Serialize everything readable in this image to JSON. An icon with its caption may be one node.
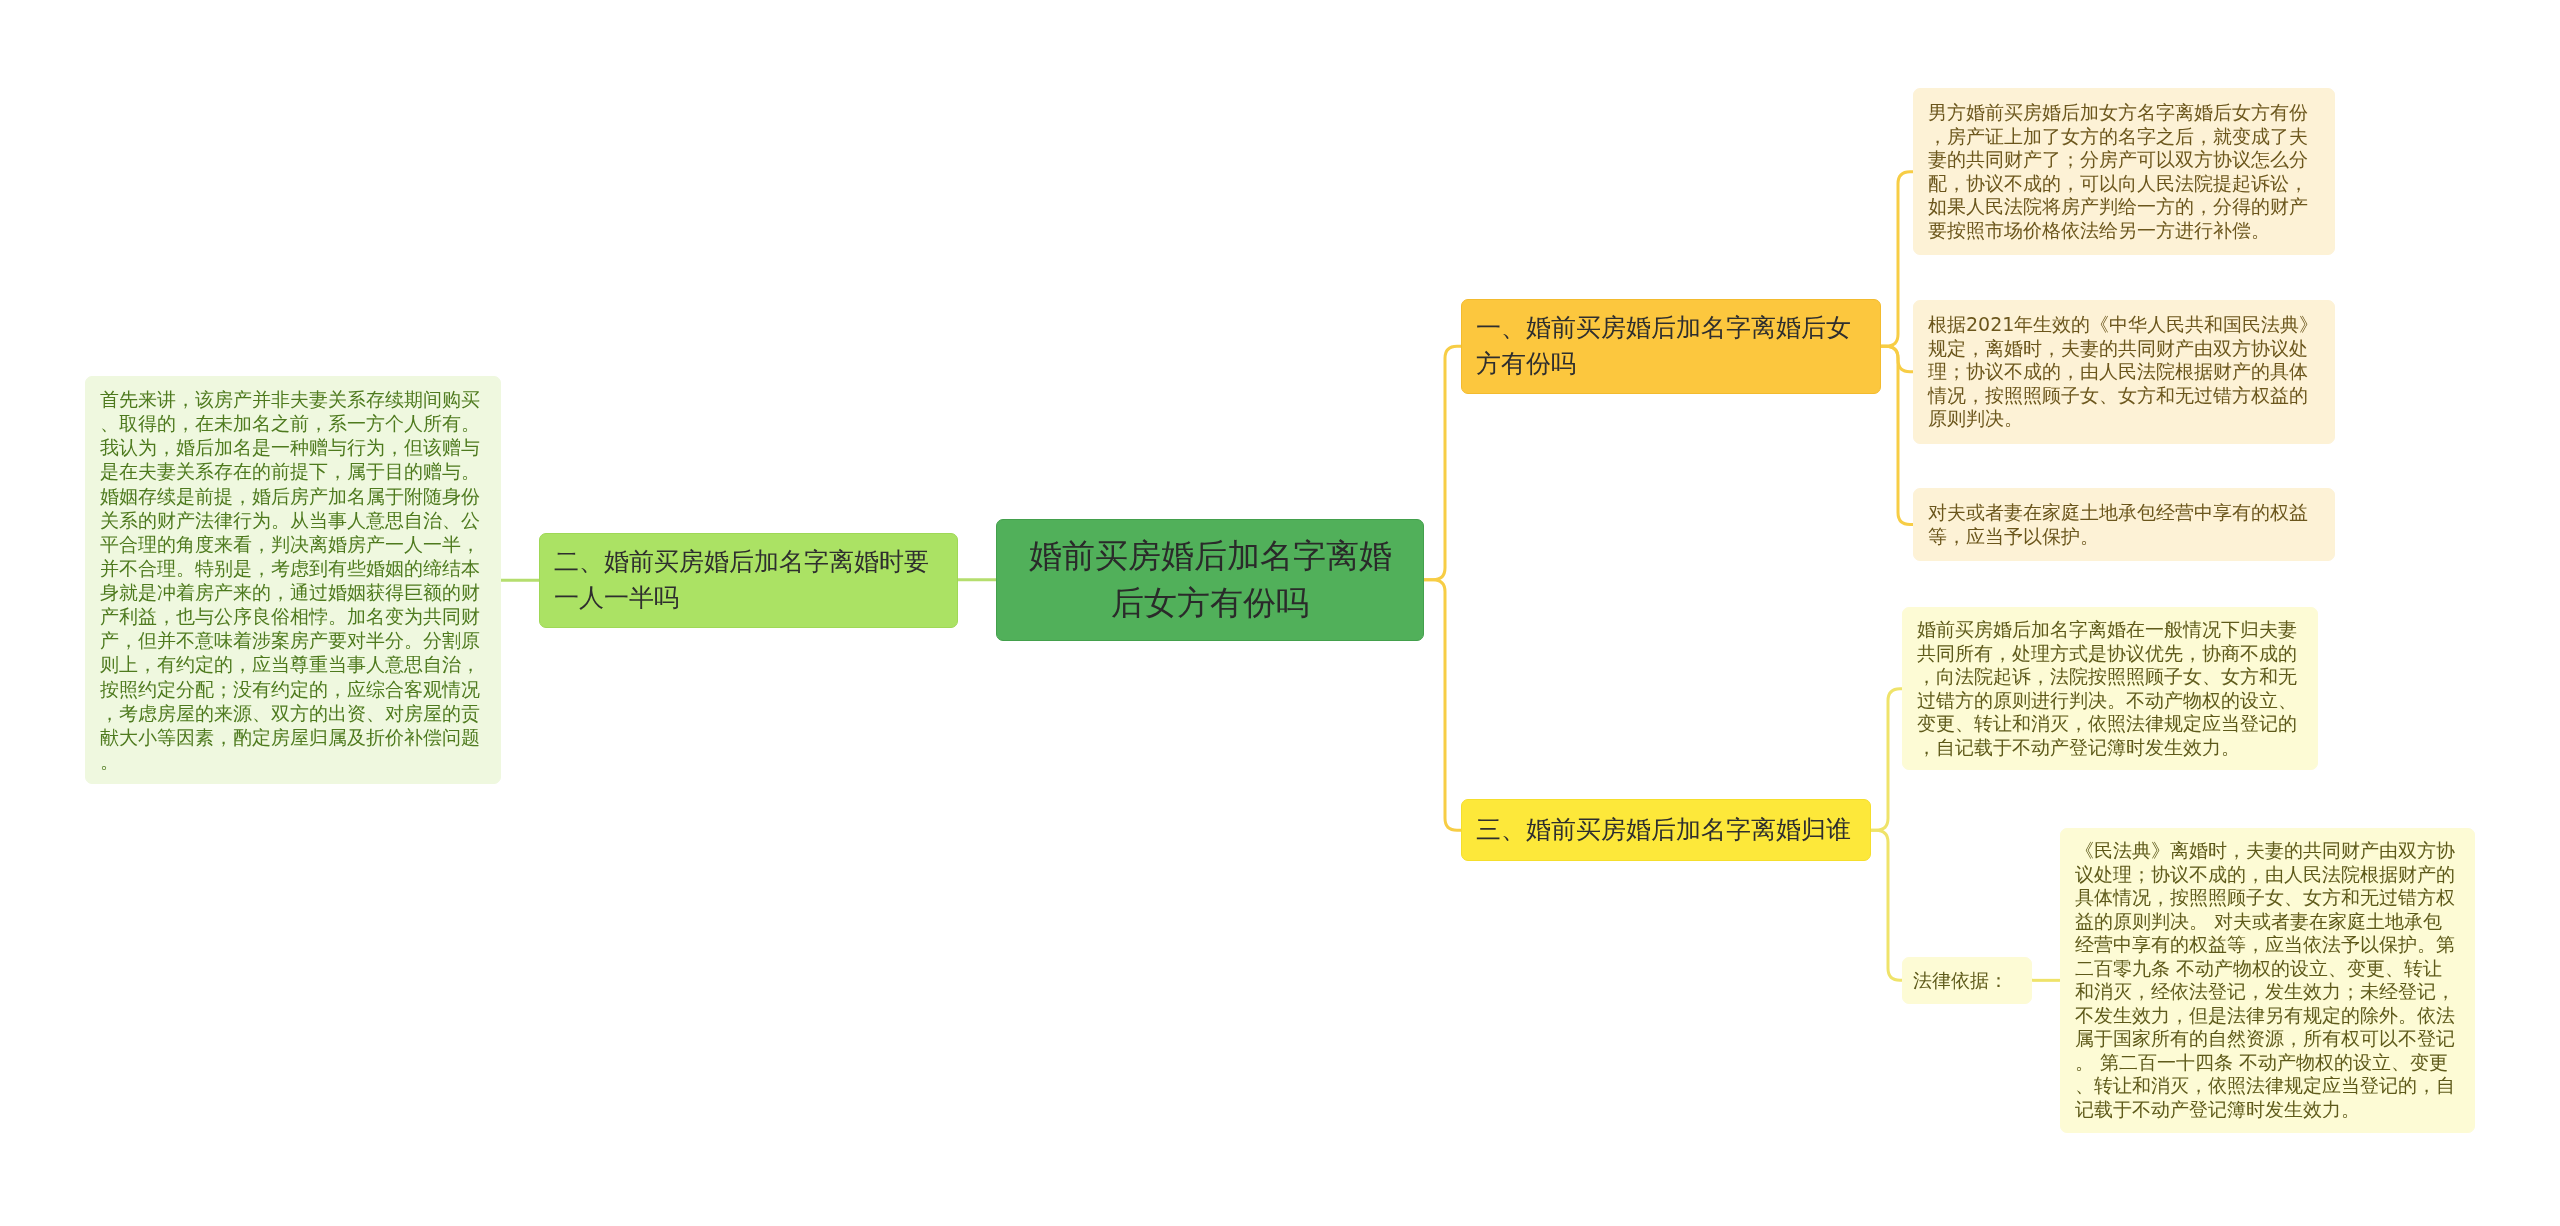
{
  "diagram": {
    "nodes": [
      {
        "text": [
          "婚前买房婚后加名字离婚后女方有份吗"
        ]
      },
      {
        "text": [
          "一、婚前买房婚后加名字离婚后女方有份吗"
        ]
      },
      {
        "text": [
          "男方婚前买房婚后加女方名字离婚后女方有份，房产证上加了女方的名字之后，就变成了夫妻的共同财产了；分房产可以双方协议怎么分配，协议不成的，可以向人民法院提起诉讼，如果人民法院将房产判给一方的，分得的财产要按照市场价格依法给另一方进行补偿。"
        ]
      },
      {
        "text": [
          "根据2021年生效的《中华人民共和国民法典》规定，离婚时，夫妻的共同财产由双方协议处理；协议不成的，由人民法院根据财产的具体情况，按照照顾子女、女方和无过错方权益的原则判决。"
        ]
      },
      {
        "text": [
          "对夫或者妻在家庭土地承包经营中享有的权益等，应当予以保护。"
        ]
      },
      {
        "text": [
          "二、婚前买房婚后加名字离婚时要一人一半吗"
        ]
      },
      {
        "text": [
          "首先来讲，该房产并非夫妻关系存续期间购买、取得的，在未加名之前，系一方个人所有。我认为，婚后加名是一种赠与行为，但该赠与是在夫妻关系存在的前提下，属于目的赠与。婚姻存续是前提，婚后房产加名属于附随身份关系的财产法律行为。从当事人意思自治、公平合理的角度来看，判决离婚房产一人一半，并不合理。特别是，考虑到有些婚姻的缔结本身就是冲着房产来的，通过婚姻获得巨额的财产利益，也与公序良俗相悖。加名变为共同财产，但并不意味着涉案房产要对半分。分割原则上，有约定的，应当尊重当事人意思自治，按照约定分配；没有约定的，应综合客观情况，考虑房屋的来源、双方的出资、对房屋的贡献大小等因素，酌定房屋归属及折价补偿问题。"
        ]
      },
      {
        "text": [
          "三、婚前买房婚后加名字离婚归谁"
        ]
      },
      {
        "text": [
          "婚前买房婚后加名字离婚在一般情况下归夫妻共同所有，处理方式是协议优先，协商不成的，向法院起诉，法院按照照顾子女、女方和无过错方的原则进行判决。不动产物权的设立、变更、转让和消灭，依照法律规定应当登记的，自记载于不动产登记簿时发生效力。"
        ]
      },
      {
        "text": [
          "法律依据："
        ]
      },
      {
        "text": [
          "《民法典》离婚时，夫妻的共同财产由双方协议处理；协议不成的，由人民法院根据财产的具体情况，按照照顾子女、女方和无过错方权益的原则判决。 对夫或者妻在家庭土地承包经营中享有的权益等，应当依法予以保护。第二百零九条 不动产物权的设立、变更、转让和消灭，经依法登记，发生效力；未经登记，不发生效力，但是法律另有规定的除外。依法属于国家所有的自然资源，所有权可以不登记。 第二百一十四条 不动产物权的设立、变更、转让和消灭，依照法律规定应当登记的，自记载于不动产登记簿时发生效力。"
        ]
      }
    ],
    "edges": [
      {
        "from": 0,
        "to": 1,
        "arrow": "none"
      },
      {
        "from": 0,
        "to": 7,
        "arrow": "none"
      },
      {
        "from": 0,
        "to": 5,
        "arrow": "none",
        "color": "#b5de6e"
      },
      {
        "from": 1,
        "to": 2,
        "arrow": "none"
      },
      {
        "from": 1,
        "to": 3,
        "arrow": "none"
      },
      {
        "from": 1,
        "to": 4,
        "arrow": "none"
      },
      {
        "from": 5,
        "to": 6,
        "arrow": "none",
        "color": "#b5de6e"
      },
      {
        "from": 7,
        "to": 8,
        "arrow": "none",
        "color": "#efe36a"
      },
      {
        "from": 7,
        "to": 9,
        "arrow": "none",
        "color": "#efe36a"
      },
      {
        "from": 9,
        "to": 10,
        "arrow": "none",
        "color": "#efe36a"
      }
    ]
  }
}
